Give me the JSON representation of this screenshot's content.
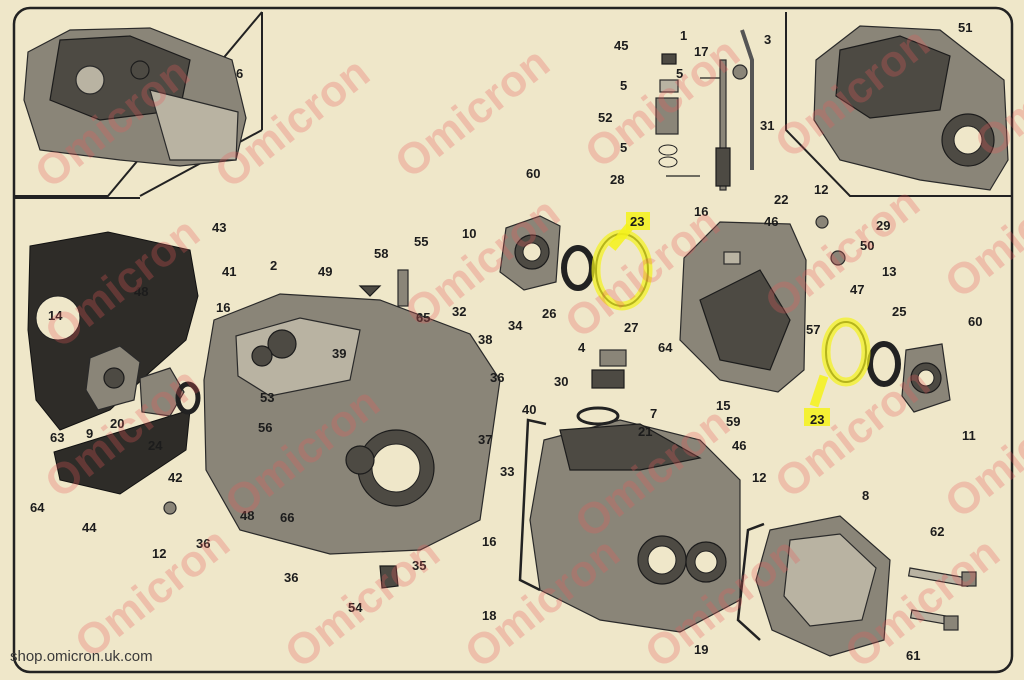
{
  "watermark": "Omicron",
  "credit": "shop.omicron.uk.com",
  "highlight_color": "#f4f21a",
  "callouts": [
    {
      "id": "c1",
      "text": "1"
    },
    {
      "id": "c2",
      "text": "2"
    },
    {
      "id": "c3",
      "text": "3"
    },
    {
      "id": "c4",
      "text": "4"
    },
    {
      "id": "c5a",
      "text": "5"
    },
    {
      "id": "c5b",
      "text": "5"
    },
    {
      "id": "c5c",
      "text": "5"
    },
    {
      "id": "c6",
      "text": "6"
    },
    {
      "id": "c7",
      "text": "7"
    },
    {
      "id": "c8",
      "text": "8"
    },
    {
      "id": "c9",
      "text": "9"
    },
    {
      "id": "c10",
      "text": "10"
    },
    {
      "id": "c11",
      "text": "11"
    },
    {
      "id": "c12a",
      "text": "12"
    },
    {
      "id": "c12b",
      "text": "12"
    },
    {
      "id": "c12c",
      "text": "12"
    },
    {
      "id": "c13",
      "text": "13"
    },
    {
      "id": "c14",
      "text": "14"
    },
    {
      "id": "c15",
      "text": "15"
    },
    {
      "id": "c16a",
      "text": "16"
    },
    {
      "id": "c16b",
      "text": "16"
    },
    {
      "id": "c16c",
      "text": "16"
    },
    {
      "id": "c17",
      "text": "17"
    },
    {
      "id": "c18",
      "text": "18"
    },
    {
      "id": "c19",
      "text": "19"
    },
    {
      "id": "c20",
      "text": "20"
    },
    {
      "id": "c21",
      "text": "21"
    },
    {
      "id": "c22",
      "text": "22"
    },
    {
      "id": "c23a",
      "text": "23"
    },
    {
      "id": "c23b",
      "text": "23"
    },
    {
      "id": "c24",
      "text": "24"
    },
    {
      "id": "c25",
      "text": "25"
    },
    {
      "id": "c26",
      "text": "26"
    },
    {
      "id": "c27",
      "text": "27"
    },
    {
      "id": "c28",
      "text": "28"
    },
    {
      "id": "c29",
      "text": "29"
    },
    {
      "id": "c30",
      "text": "30"
    },
    {
      "id": "c31",
      "text": "31"
    },
    {
      "id": "c32",
      "text": "32"
    },
    {
      "id": "c33",
      "text": "33"
    },
    {
      "id": "c34",
      "text": "34"
    },
    {
      "id": "c35",
      "text": "35"
    },
    {
      "id": "c36a",
      "text": "36"
    },
    {
      "id": "c36b",
      "text": "36"
    },
    {
      "id": "c36c",
      "text": "36"
    },
    {
      "id": "c37",
      "text": "37"
    },
    {
      "id": "c38",
      "text": "38"
    },
    {
      "id": "c39",
      "text": "39"
    },
    {
      "id": "c40",
      "text": "40"
    },
    {
      "id": "c41",
      "text": "41"
    },
    {
      "id": "c42",
      "text": "42"
    },
    {
      "id": "c43",
      "text": "43"
    },
    {
      "id": "c44",
      "text": "44"
    },
    {
      "id": "c45",
      "text": "45"
    },
    {
      "id": "c46a",
      "text": "46"
    },
    {
      "id": "c46b",
      "text": "46"
    },
    {
      "id": "c47",
      "text": "47"
    },
    {
      "id": "c48a",
      "text": "48"
    },
    {
      "id": "c48b",
      "text": "48"
    },
    {
      "id": "c49",
      "text": "49"
    },
    {
      "id": "c50",
      "text": "50"
    },
    {
      "id": "c51",
      "text": "51"
    },
    {
      "id": "c52",
      "text": "52"
    },
    {
      "id": "c53",
      "text": "53"
    },
    {
      "id": "c54",
      "text": "54"
    },
    {
      "id": "c55",
      "text": "55"
    },
    {
      "id": "c56",
      "text": "56"
    },
    {
      "id": "c57",
      "text": "57"
    },
    {
      "id": "c58",
      "text": "58"
    },
    {
      "id": "c59",
      "text": "59"
    },
    {
      "id": "c60a",
      "text": "60"
    },
    {
      "id": "c60b",
      "text": "60"
    },
    {
      "id": "c61",
      "text": "61"
    },
    {
      "id": "c62",
      "text": "62"
    },
    {
      "id": "c63",
      "text": "63"
    },
    {
      "id": "c64a",
      "text": "64"
    },
    {
      "id": "c64b",
      "text": "64"
    },
    {
      "id": "c65",
      "text": "65"
    },
    {
      "id": "c66",
      "text": "66"
    }
  ]
}
